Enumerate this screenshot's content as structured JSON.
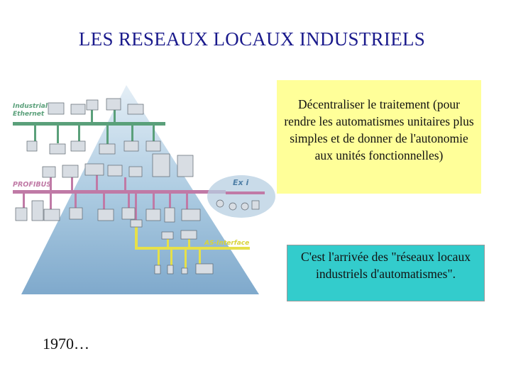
{
  "title": "LES RESEAUX LOCAUX INDUSTRIELS",
  "diagram": {
    "network_labels": {
      "ethernet_line1": "Industrial",
      "ethernet_line2": "Ethernet",
      "profibus": "PROFIBUS",
      "exi": "Ex i",
      "asi": "AS-Interface"
    },
    "colors": {
      "ethernet": "#5aa07a",
      "profibus": "#c07aa6",
      "asi": "#e6e04a",
      "pyramid": "#9fc3dd"
    }
  },
  "callouts": {
    "decentralize": "Décentraliser le traitement (pour rendre les automatismes unitaires plus simples et de donner de l'autonomie aux unités fonctionnelles)",
    "arrival_prefix": "C'est l'arrivée des \"",
    "arrival_emphasis": "réseaux locaux industriels d'automatismes",
    "arrival_suffix": "\"."
  },
  "year": "1970…"
}
